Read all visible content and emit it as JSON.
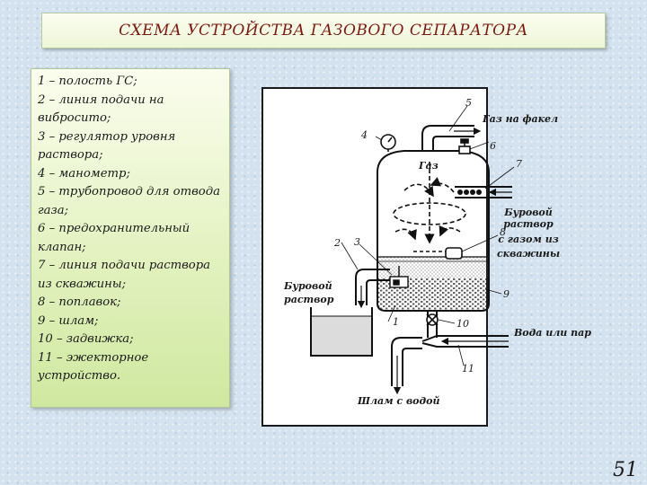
{
  "title": "СХЕМА УСТРОЙСТВА ГАЗОВОГО СЕПАРАТОРА",
  "legend": [
    "1 – полость ГС;",
    "2 – линия подачи на виброситo;",
    "3 – регулятор уровня раствора;",
    "4 – манометр;",
    "5 – трубопровод для отвода газа;",
    "6 – предохранительный клапан;",
    "7 – линия подачи раствора из скважины;",
    "8 – поплавок;",
    "9 – шлам;",
    "10 – задвижка;",
    "11 – эжекторное устройство."
  ],
  "diagram": {
    "labels": {
      "gas_to_flare": "Газ на факел",
      "gas": "Газ",
      "drilling_fluid_with_gas_l1": "Буровой",
      "drilling_fluid_with_gas_l2": "раствор",
      "drilling_fluid_with_gas_l3": "с газом из",
      "drilling_fluid_with_gas_l4": "скважины",
      "drilling_fluid_l1": "Буровой",
      "drilling_fluid_l2": "раствор",
      "water_or_steam": "Вода или пар",
      "sludge_with_water": "Шлам с водой"
    },
    "numbers": {
      "n1": "1",
      "n2": "2",
      "n3": "3",
      "n4": "4",
      "n5": "5",
      "n6": "6",
      "n7": "7",
      "n8": "8",
      "n9": "9",
      "n10": "10",
      "n11": "11"
    }
  },
  "slide_number": "51",
  "colors": {
    "title_text": "#7a1a10",
    "background": "#d3e2ee",
    "legend_bg": "#e3f2c0"
  }
}
